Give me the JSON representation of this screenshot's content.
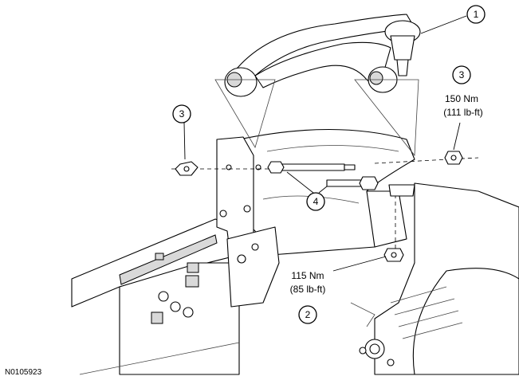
{
  "figure_id": "N0105923",
  "callouts": [
    {
      "number": "1"
    },
    {
      "number": "2",
      "torque_nm": "115 Nm",
      "torque_lbft": "(85 lb-ft)"
    },
    {
      "number": "3",
      "torque_nm": "150 Nm",
      "torque_lbft": "(111 lb-ft)"
    },
    {
      "number": "3"
    },
    {
      "number": "4"
    }
  ]
}
